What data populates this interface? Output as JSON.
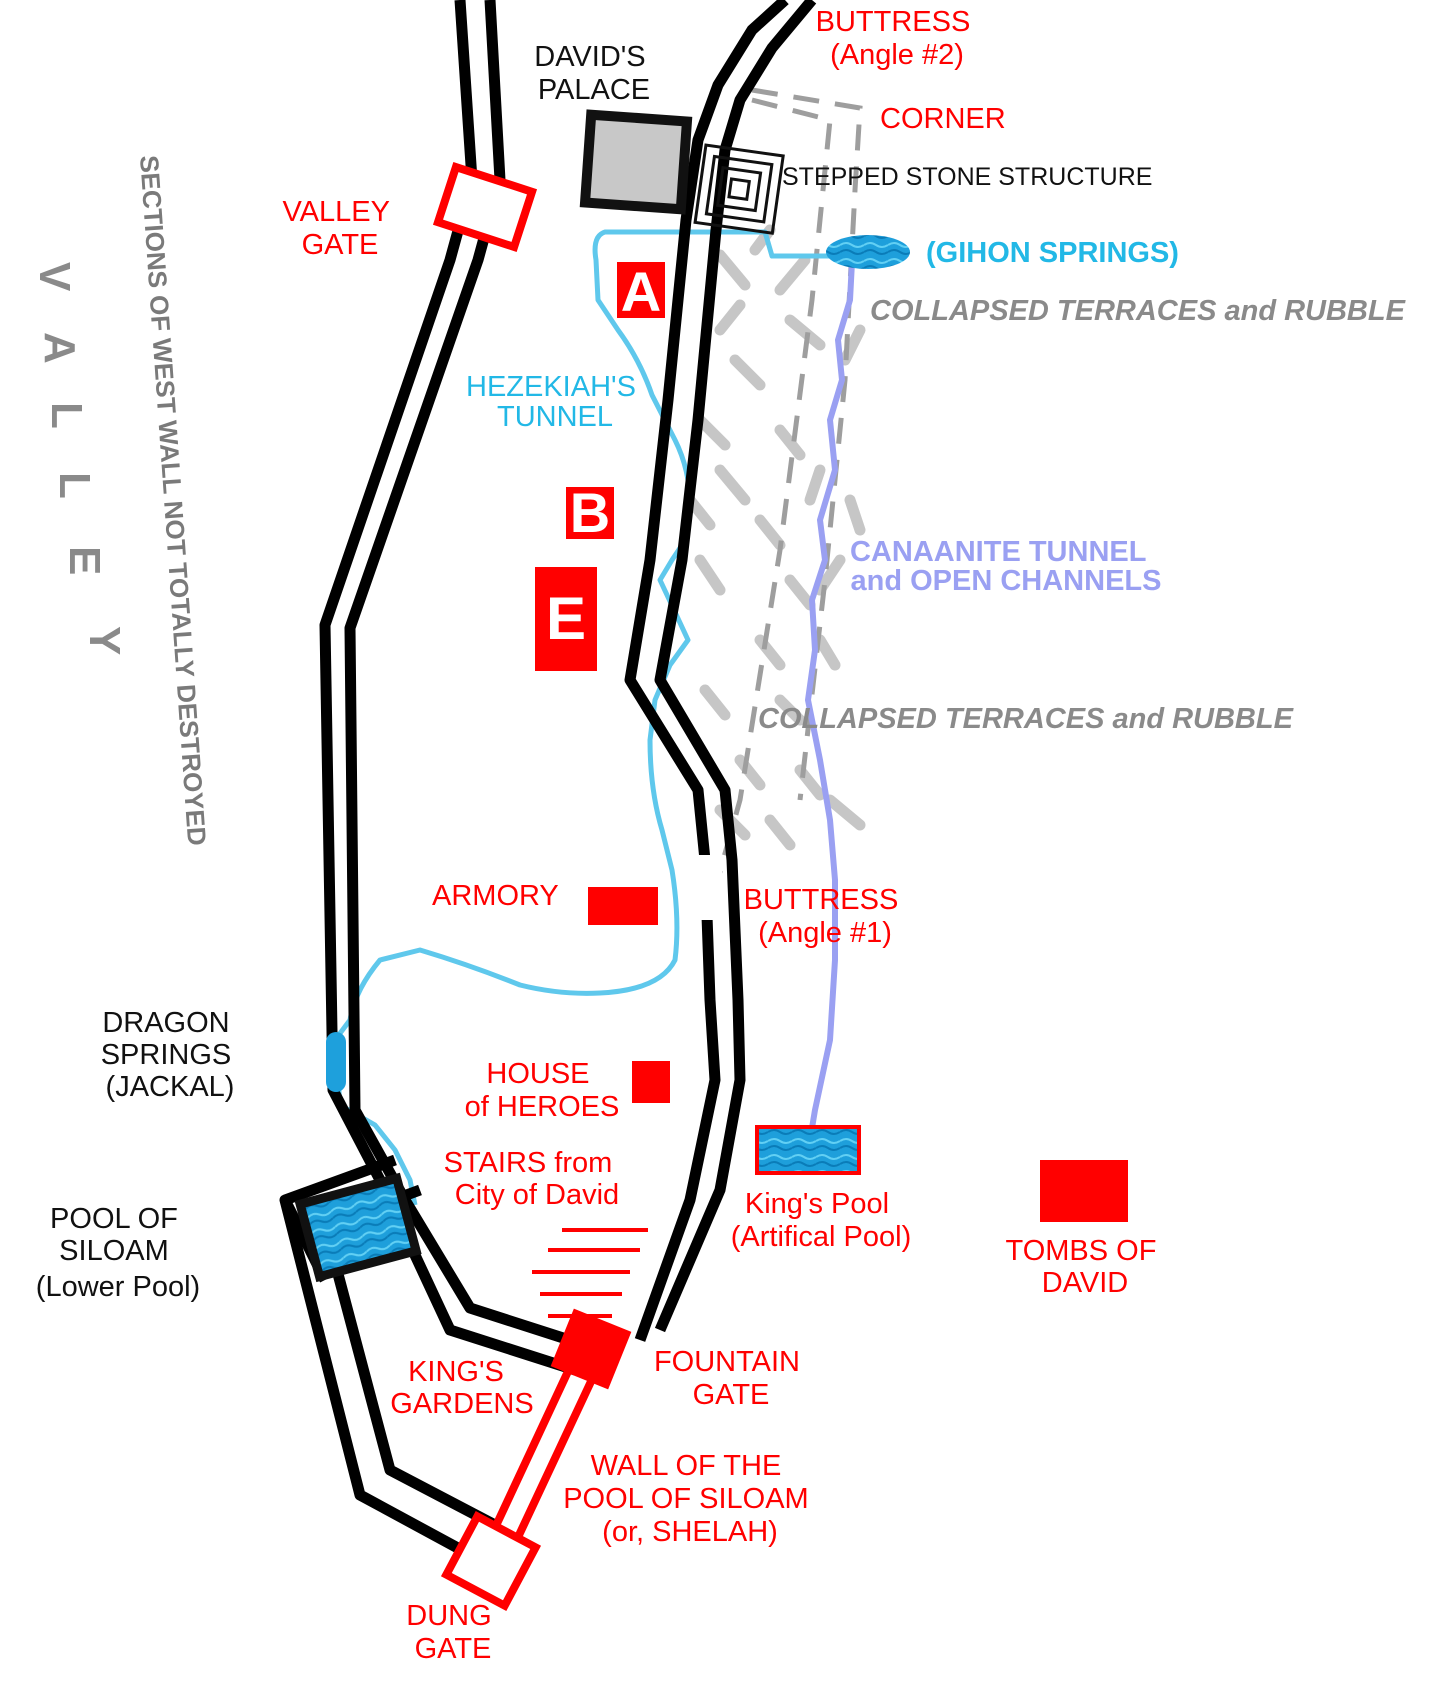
{
  "labels": {
    "davids_palace": [
      "DAVID'S",
      "PALACE"
    ],
    "buttress_angle2": [
      "BUTTRESS",
      "(Angle #2)"
    ],
    "corner": "CORNER",
    "stepped_stone": "STEPPED STONE STRUCTURE",
    "gihon_springs": "(GIHON SPRINGS)",
    "collapsed_terraces_upper": "COLLAPSED TERRACES and RUBBLE",
    "collapsed_terraces_lower": "COLLAPSED TERRACES and RUBBLE",
    "valley_gate": [
      "VALLEY",
      "GATE"
    ],
    "valley": [
      "V",
      "A",
      "L",
      "L",
      "E",
      "Y"
    ],
    "west_wall": "SECTIONS OF WEST WALL NOT TOTALLY DESTROYED",
    "marker_a": "A",
    "marker_b": "B",
    "marker_e": "E",
    "hezekiahs_tunnel": [
      "HEZEKIAH'S",
      "TUNNEL"
    ],
    "canaanite_tunnel": [
      "CANAANITE TUNNEL",
      "and OPEN CHANNELS"
    ],
    "armory": "ARMORY",
    "buttress_angle1": [
      "BUTTRESS",
      "(Angle #1)"
    ],
    "dragon_springs": [
      "DRAGON",
      "SPRINGS",
      "(JACKAL)"
    ],
    "house_of_heroes": [
      "HOUSE",
      "of HEROES"
    ],
    "stairs": [
      "STAIRS from",
      "City of David"
    ],
    "kings_pool": [
      "King's Pool",
      "(Artifical Pool)"
    ],
    "tombs_of_david": [
      "TOMBS OF",
      "DAVID"
    ],
    "pool_of_siloam": [
      "POOL OF",
      "SILOAM",
      "(Lower Pool)"
    ],
    "kings_gardens": [
      "KING'S",
      "GARDENS"
    ],
    "fountain_gate": [
      "FOUNTAIN",
      "GATE"
    ],
    "wall_of_pool": [
      "WALL OF THE",
      "POOL OF SILOAM",
      "(or, SHELAH)"
    ],
    "dung_gate": [
      "DUNG",
      "GATE"
    ]
  },
  "colors": {
    "wall": "#000000",
    "gate_and_label": "#ff0000",
    "hezekiah_tunnel": "#5fc8ec",
    "canaanite_tunnel": "#9aa0f2",
    "water": "#1ea0dc",
    "palace": "#c8c8c8",
    "rubble": "#c4c4c4"
  }
}
